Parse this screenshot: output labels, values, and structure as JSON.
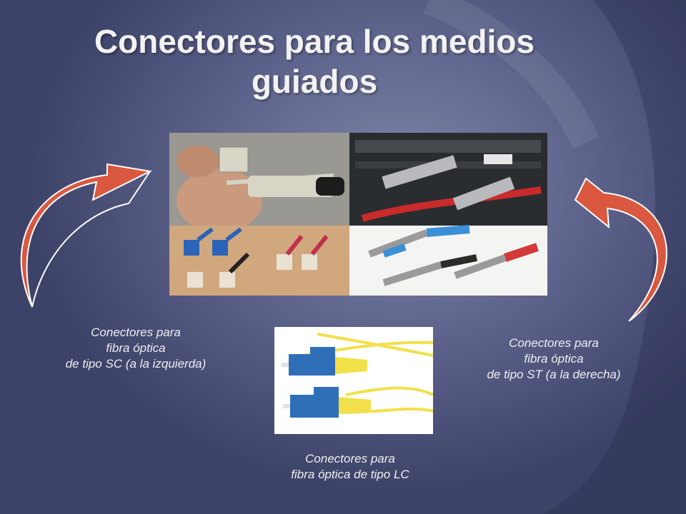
{
  "slide": {
    "title_line1": "Conectores para los medios",
    "title_line2": "guiados"
  },
  "captions": {
    "sc": [
      "Conectores para",
      "fibra óptica",
      "de tipo SC (a la izquierda)"
    ],
    "st": [
      "Conectores para",
      "fibra óptica",
      "de tipo ST (a la derecha)"
    ],
    "lc": [
      "Conectores para",
      "fibra óptica de tipo LC"
    ]
  },
  "colors": {
    "background": "#5a6088",
    "arrow": "#d9583f",
    "sc_blue": "#2a63b8",
    "lc_blue": "#2f6fb8",
    "lc_yellow": "#f2e04a",
    "st_blue": "#3a8fd6",
    "st_red": "#d33a3a"
  }
}
